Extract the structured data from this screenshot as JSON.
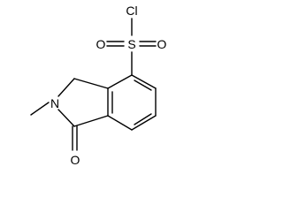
{
  "molecule": {
    "atoms": {
      "cl": "Cl",
      "s": "S",
      "o_left": "O",
      "o_right": "O",
      "n": "N",
      "o_carbonyl": "O"
    }
  },
  "colors": {
    "background": "#ffffff",
    "ink": "#000000"
  }
}
